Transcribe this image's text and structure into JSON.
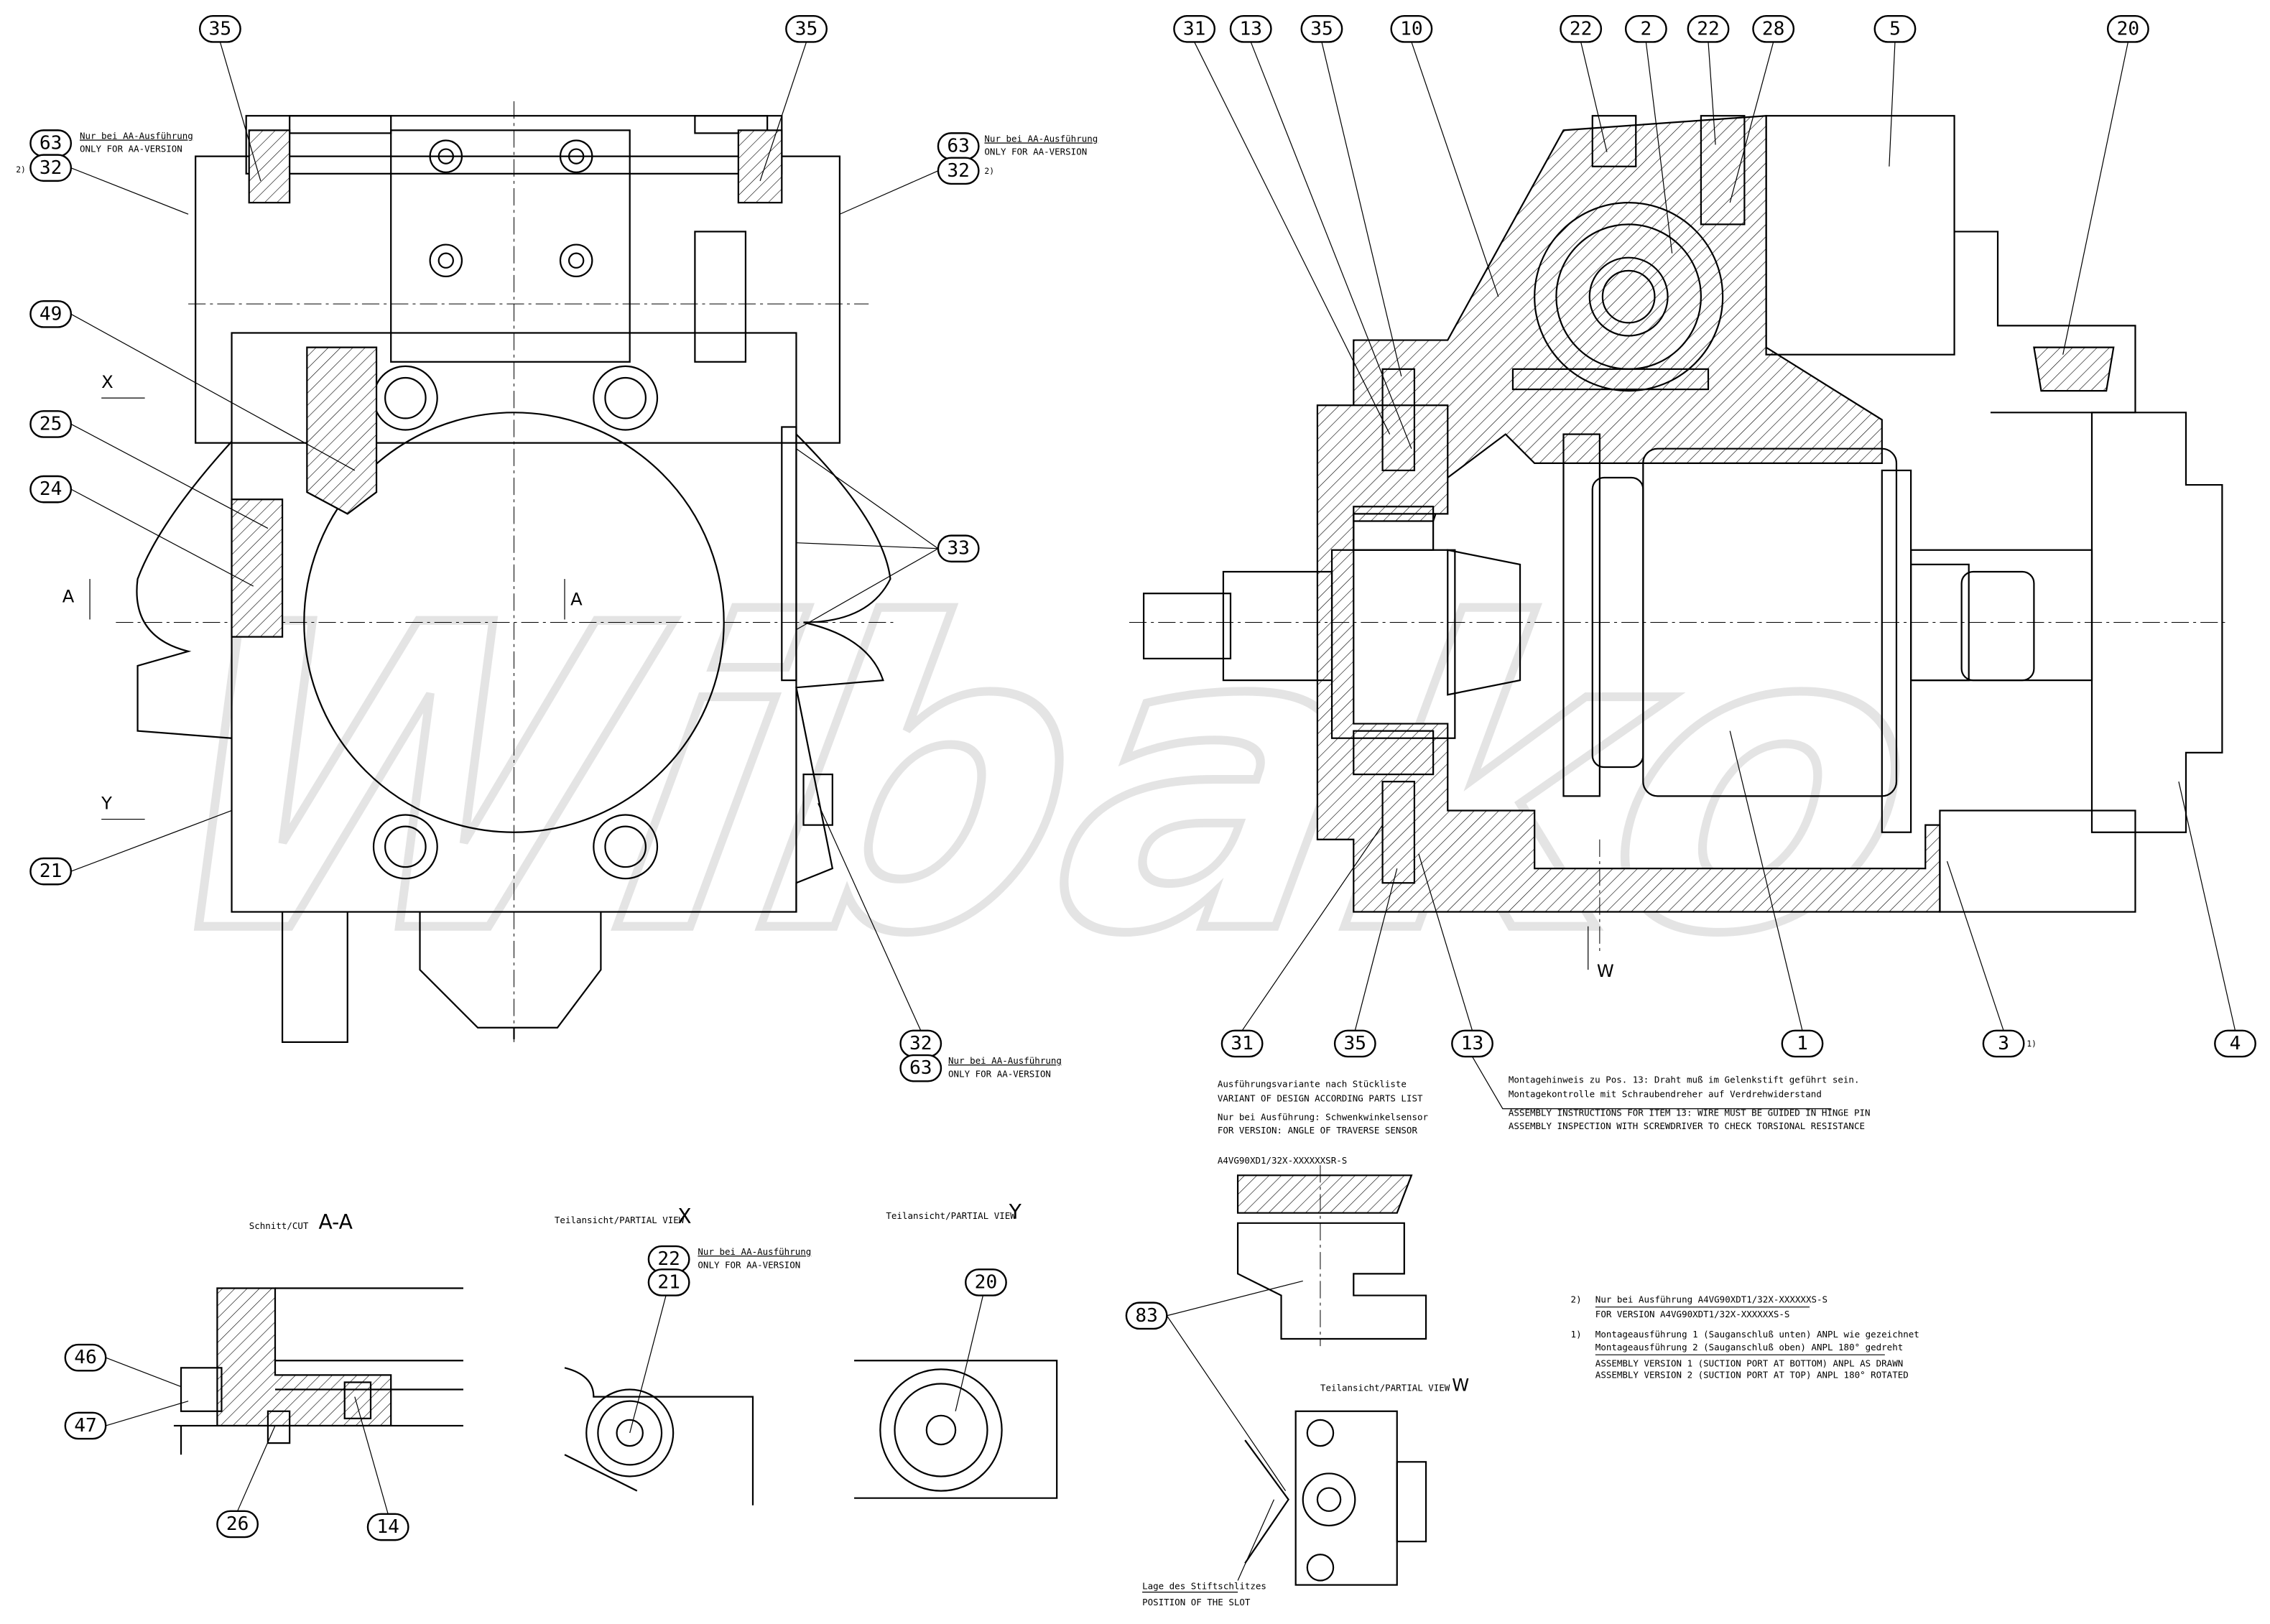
{
  "watermark": "Wibako",
  "left_view": {
    "callouts": [
      "35",
      "35",
      "63",
      "32",
      "63",
      "32",
      "49",
      "25",
      "24",
      "33",
      "21",
      "32",
      "63"
    ],
    "note_2": "2)",
    "note_de": "Nur bei AA-Ausführung",
    "note_en": "ONLY FOR AA-VERSION",
    "markers": {
      "x": "X",
      "a1": "A",
      "a2": "A",
      "y": "Y"
    }
  },
  "section_view": {
    "callouts_top": [
      "31",
      "13",
      "35",
      "10",
      "22",
      "2",
      "22",
      "28",
      "5",
      "20"
    ],
    "callouts_bottom": [
      "31",
      "35",
      "13",
      "1",
      "3",
      "4"
    ],
    "footnote_1": "1)",
    "marker_w": "W",
    "variant_de": "Ausführungsvariante nach Stückliste",
    "variant_en": "VARIANT OF DESIGN ACCORDING PARTS LIST",
    "sensor_de": "Nur bei Ausführung: Schwenkwinkelsensor",
    "sensor_en": "FOR VERSION: ANGLE OF TRAVERSE SENSOR",
    "assembly_de_1": "Montagehinweis zu Pos. 13: Draht muß im Gelenkstift geführt sein.",
    "assembly_de_2": "Montagekontrolle mit Schraubendreher auf Verdrehwiderstand",
    "assembly_en_1": "ASSEMBLY INSTRUCTIONS FOR ITEM 13: WIRE MUST BE GUIDED IN HINGE PIN",
    "assembly_en_2": "ASSEMBLY INSPECTION WITH SCREWDRIVER TO CHECK TORSIONAL RESISTANCE"
  },
  "variant_detail": {
    "type_code": "A4VG90XD1/32X-XXXXXXSR-S",
    "callout": "83",
    "view_title": "Teilansicht/PARTIAL VIEW",
    "view_letter": "W",
    "slot_de": "Lage des Stiftschlitzes",
    "slot_en": "POSITION OF THE SLOT"
  },
  "footnotes": {
    "n2_mark": "2)",
    "n2_de": "Nur bei Ausführung A4VG90XDT1/32X-XXXXXXS-S",
    "n2_en": "FOR VERSION A4VG90XDT1/32X-XXXXXXS-S",
    "n1_mark": "1)",
    "n1_de_1": "Montageausführung 1 (Sauganschluß unten) ANPL wie gezeichnet",
    "n1_de_2": "Montageausführung 2 (Sauganschluß oben) ANPL 180° gedreht",
    "n1_en_1": "ASSEMBLY VERSION 1 (SUCTION PORT AT BOTTOM) ANPL AS DRAWN",
    "n1_en_2": "ASSEMBLY VERSION 2 (SUCTION PORT AT TOP) ANPL 180° ROTATED"
  },
  "cut_aa": {
    "title": "Schnitt/CUT",
    "letter": "A-A",
    "callouts": [
      "46",
      "47",
      "26",
      "14"
    ]
  },
  "partial_x": {
    "title": "Teilansicht/PARTIAL VIEW",
    "letter": "X",
    "callouts": [
      "22",
      "21"
    ],
    "note_de": "Nur bei AA-Ausführung",
    "note_en": "ONLY FOR AA-VERSION"
  },
  "partial_y": {
    "title": "Teilansicht/PARTIAL VIEW",
    "letter": "Y",
    "callouts": [
      "20"
    ]
  }
}
